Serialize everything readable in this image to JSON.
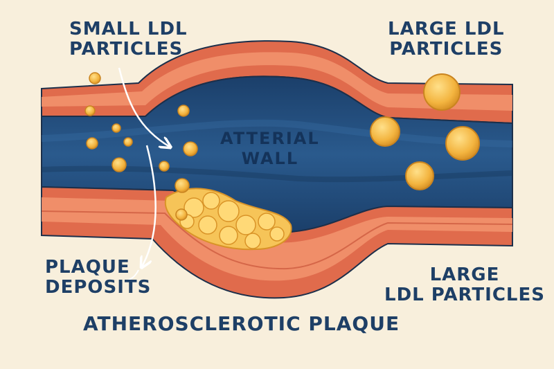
{
  "labels": {
    "small_ldl": [
      "SMALL LDL",
      "PARTICLES"
    ],
    "large_ldl_top": [
      "LARGE LDL",
      "PARTICLES"
    ],
    "arterial_wall": [
      "ATTERIAL",
      "WALL"
    ],
    "plaque_deposits": [
      "PLAQUE",
      "DEPOSITS"
    ],
    "large_ldl_bottom": [
      "LARGE",
      "LDL PARTICLES"
    ],
    "atherosclerotic_plaque": "ATHEROSCLEROTIC PLAQUE"
  },
  "colors": {
    "background": "#f8efdc",
    "artery_wall_outer": "#e06b4c",
    "artery_wall_inner": "#f2946f",
    "lumen": "#244f80",
    "lumen_dark": "#1b3f6a",
    "ldl_particle": "#f3b43f",
    "plaque": "#f6c458",
    "text": "#1e3f66",
    "outline": "#1c2f4a"
  },
  "particles": {
    "small_count": 11,
    "large_count": 4
  }
}
